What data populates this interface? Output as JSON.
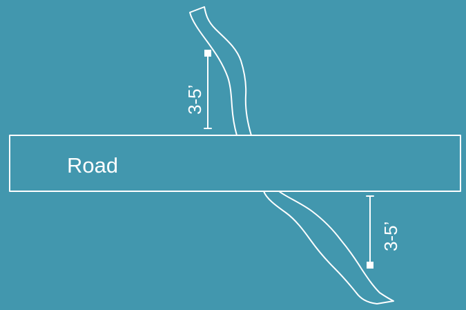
{
  "diagram": {
    "road_label": "Road",
    "top_dimension_label": "3-5’",
    "bottom_dimension_label": "3-5’"
  },
  "colors": {
    "background": "#4297ae",
    "line": "#ffffff"
  }
}
